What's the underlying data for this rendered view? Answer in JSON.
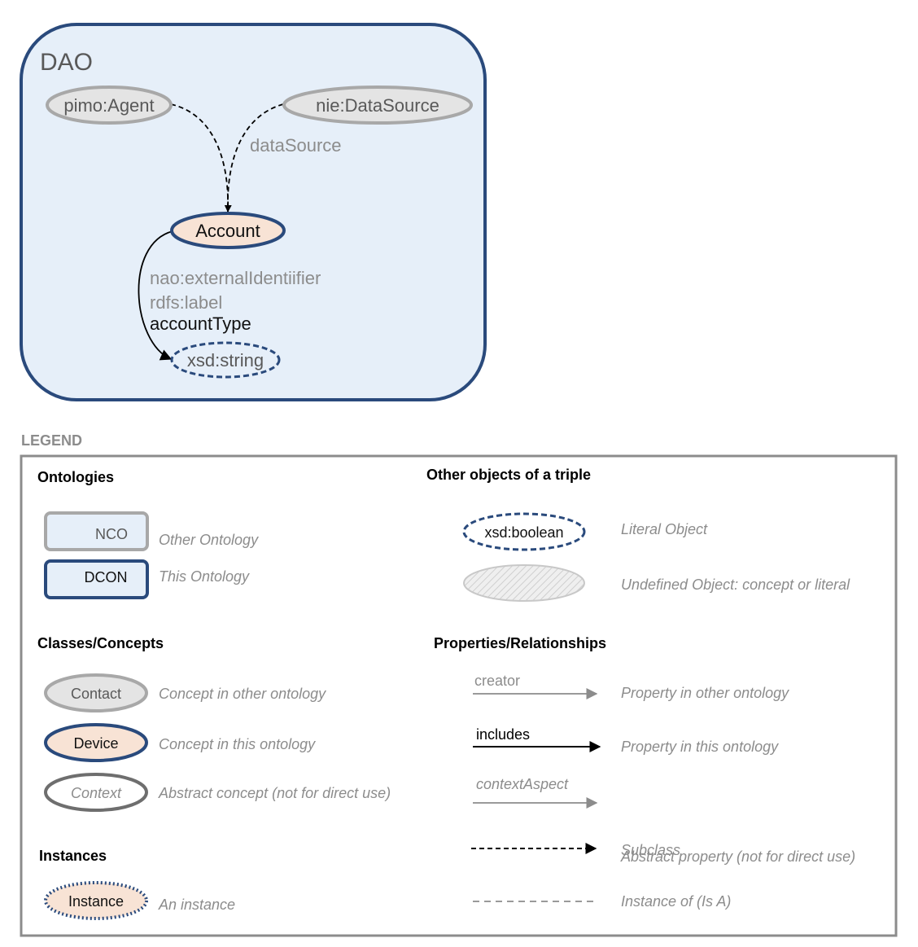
{
  "diagram": {
    "ontology_title": "DAO",
    "nodes": {
      "pimo_agent": "pimo:Agent",
      "nie_datasource": "nie:DataSource",
      "account": "Account",
      "xsd_string": "xsd:string"
    },
    "edges": {
      "data_source": "dataSource",
      "external_identifier": "nao:externalIdentiifier",
      "rdfs_label": "rdfs:label",
      "account_type": "accountType"
    }
  },
  "legend": {
    "title": "LEGEND",
    "ontologies": {
      "heading": "Ontologies",
      "other_box": "NCO",
      "other_label": "Other Ontology",
      "this_box": "DCON",
      "this_label": "This Ontology"
    },
    "other_objects": {
      "heading": "Other objects of a triple",
      "literal_box": "xsd:boolean",
      "literal_label": "Literal Object",
      "undefined_label": "Undefined Object: concept or literal"
    },
    "classes": {
      "heading": "Classes/Concepts",
      "other_node": "Contact",
      "other_label": "Concept in other ontology",
      "this_node": "Device",
      "this_label": "Concept in this ontology",
      "abstract_node": "Context",
      "abstract_label": "Abstract concept (not for direct use)"
    },
    "properties": {
      "heading": "Properties/Relationships",
      "other_edge": "creator",
      "other_label": "Property in other ontology",
      "this_edge": "includes",
      "this_label": "Property in this ontology",
      "abstract_edge": "contextAspect",
      "subclass_edge": "Subclass",
      "abstract_label": "Abstract property (not for direct use)",
      "instance_of_label": "Instance of (Is A)"
    },
    "instances": {
      "heading": "Instances",
      "node": "Instance",
      "label": "An instance"
    }
  },
  "colors": {
    "ontology_border": "#2a4a7c",
    "ontology_fill": "#e6eff9",
    "other_fill": "#e4e4e4",
    "other_border": "#a8a8a8",
    "concept_fill": "#f8e3d5",
    "muted_text": "#8c8c8c"
  }
}
